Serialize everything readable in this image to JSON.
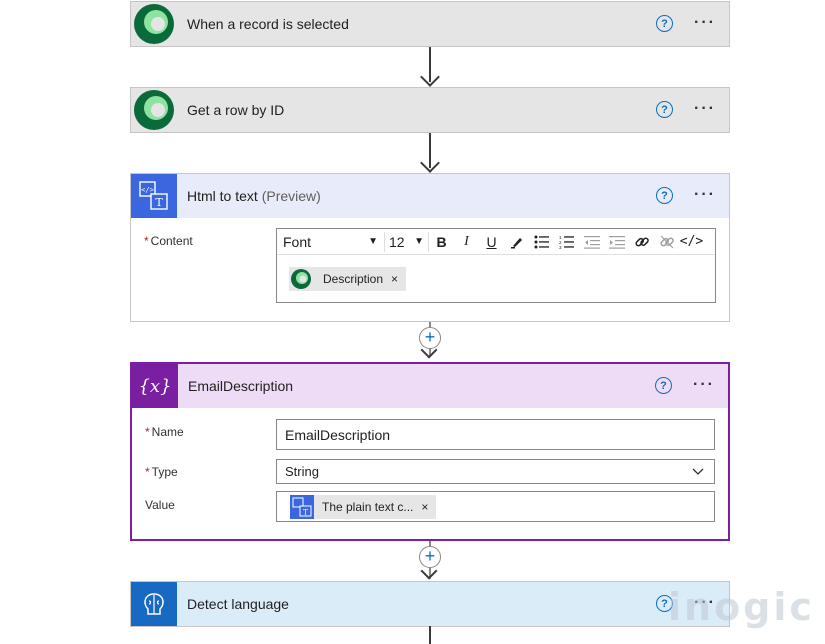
{
  "flow": {
    "trigger": {
      "title": "When a record is selected"
    },
    "get_row": {
      "title": "Get a row by ID"
    },
    "html_to_text": {
      "title": "Html to text",
      "suffix": "(Preview)",
      "content_label": "Content",
      "required_mark": "*",
      "toolbar": {
        "font": "Font",
        "size": "12"
      },
      "token": "Description"
    },
    "email_description": {
      "title": "EmailDescription",
      "name_label": "Name",
      "name_value": "EmailDescription",
      "type_label": "Type",
      "type_value": "String",
      "value_label": "Value",
      "value_token": "The plain text c...",
      "required_mark": "*"
    },
    "detect_language": {
      "title": "Detect language"
    }
  },
  "help_glyph": "?",
  "more_glyph": "···",
  "remove_glyph": "×",
  "watermark": "inogic",
  "colors": {
    "dataverse_green": "#0b6a3a",
    "html_blue": "#3a66e0",
    "variable_purple": "#7a1fa2",
    "ai_blue": "#1769c2",
    "help_blue": "#0f6cbd"
  },
  "icons": [
    "dataverse-icon",
    "html-to-text-icon",
    "variable-icon",
    "brain-icon",
    "help-icon",
    "more-icon",
    "chevron-down-icon"
  ]
}
